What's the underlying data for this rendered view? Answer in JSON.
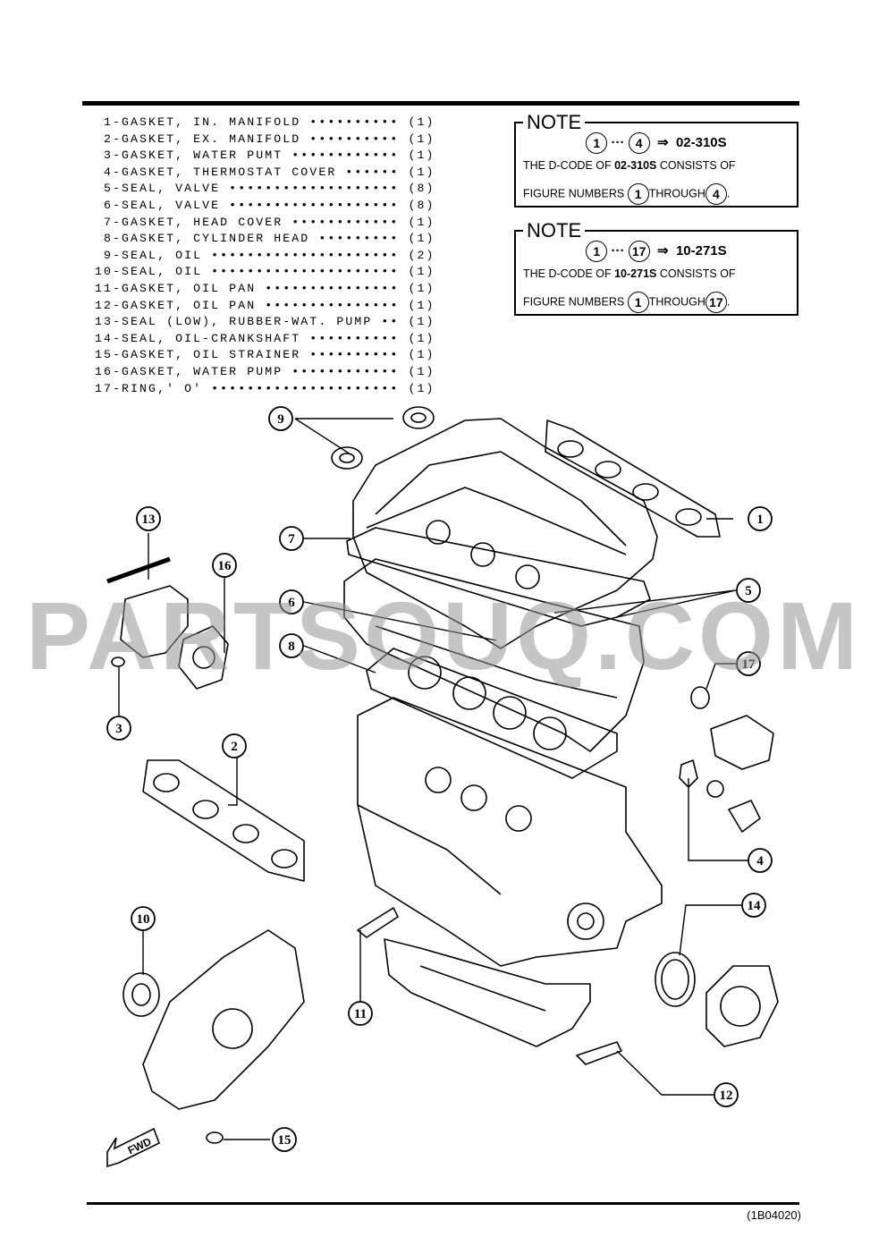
{
  "parts": [
    {
      "num": "1",
      "name": "GASKET, IN. MANIFOLD",
      "qty": "(1)"
    },
    {
      "num": "2",
      "name": "GASKET, EX. MANIFOLD",
      "qty": "(1)"
    },
    {
      "num": "3",
      "name": "GASKET, WATER PUMT",
      "qty": "(1)"
    },
    {
      "num": "4",
      "name": "GASKET, THERMOSTAT COVER",
      "qty": "(1)"
    },
    {
      "num": "5",
      "name": "SEAL, VALVE",
      "qty": "(8)"
    },
    {
      "num": "6",
      "name": "SEAL, VALVE",
      "qty": "(8)"
    },
    {
      "num": "7",
      "name": "GASKET, HEAD COVER",
      "qty": "(1)"
    },
    {
      "num": "8",
      "name": "GASKET, CYLINDER HEAD",
      "qty": "(1)"
    },
    {
      "num": "9",
      "name": "SEAL, OIL",
      "qty": "(2)"
    },
    {
      "num": "10",
      "name": "SEAL, OIL",
      "qty": "(1)"
    },
    {
      "num": "11",
      "name": "GASKET, OIL PAN",
      "qty": "(1)"
    },
    {
      "num": "12",
      "name": "GASKET, OIL PAN",
      "qty": "(1)"
    },
    {
      "num": "13",
      "name": "SEAL (LOW), RUBBER-WAT. PUMP",
      "qty": "(1)"
    },
    {
      "num": "14",
      "name": "SEAL, OIL-CRANKSHAFT",
      "qty": "(1)"
    },
    {
      "num": "15",
      "name": "GASKET, OIL STRAINER",
      "qty": "(1)"
    },
    {
      "num": "16",
      "name": "GASKET, WATER PUMP",
      "qty": "(1)"
    },
    {
      "num": "17",
      "name": "RING,' O'",
      "qty": "(1)"
    }
  ],
  "notes": [
    {
      "title": "NOTE",
      "from": "1",
      "to": "4",
      "arrow": "⇒",
      "dcode": "02-310S",
      "text_a": "THE D-CODE OF",
      "text_b": "CONSISTS OF",
      "text_c": "FIGURE NUMBERS",
      "text_d": "THROUGH",
      "end": "."
    },
    {
      "title": "NOTE",
      "from": "1",
      "to": "17",
      "arrow": "⇒",
      "dcode": "10-271S",
      "text_a": "THE D-CODE OF",
      "text_b": "CONSISTS OF",
      "text_c": "FIGURE NUMBERS",
      "text_d": "THROUGH",
      "end": "."
    }
  ],
  "ellipsis": "···",
  "callouts": [
    "1",
    "2",
    "3",
    "4",
    "5",
    "6",
    "7",
    "8",
    "9",
    "10",
    "11",
    "12",
    "13",
    "14",
    "15",
    "16",
    "17"
  ],
  "fwd_label": "FWD",
  "watermark": "PARTSOUQ.COM",
  "figure_code": "(1B04020)"
}
